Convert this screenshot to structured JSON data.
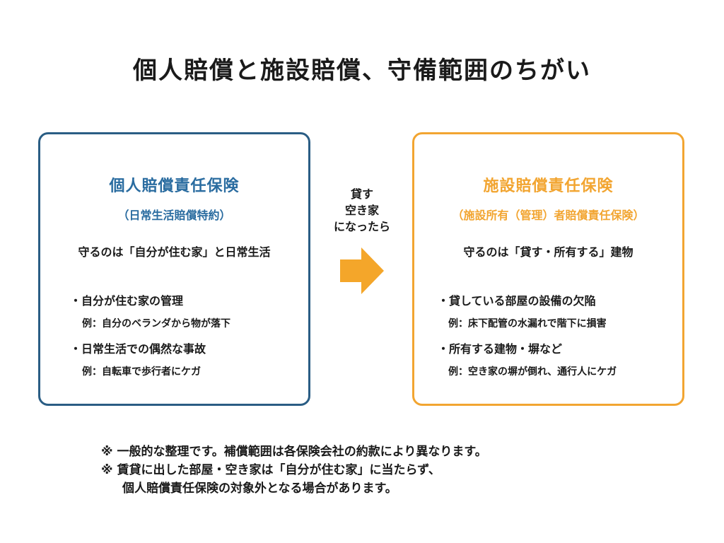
{
  "title": "個人賠償と施設賠償、守備範囲のちがい",
  "left_card": {
    "heading": "個人賠償責任保険",
    "subheading": "（日常生活賠償特約）",
    "protects": "守るのは「自分が住む家」と日常生活",
    "items": [
      {
        "bullet": "・自分が住む家の管理",
        "example": "例：自分のベランダから物が落下"
      },
      {
        "bullet": "・日常生活での偶然な事故",
        "example": "例：自転車で歩行者にケガ"
      }
    ],
    "color": "#2a6ca0"
  },
  "connector": {
    "lines": [
      "貸す",
      "空き家",
      "になったら"
    ],
    "arrow": "right-arrow-icon",
    "arrow_color": "#f4a62a"
  },
  "right_card": {
    "heading": "施設賠償責任保険",
    "subheading": "（施設所有（管理）者賠償責任保険）",
    "protects": "守るのは「貸す・所有する」建物",
    "items": [
      {
        "bullet": "・貸している部屋の設備の欠陥",
        "example": "例：床下配管の水漏れで階下に損害"
      },
      {
        "bullet": "・所有する建物・塀など",
        "example": "例：空き家の塀が倒れ、通行人にケガ"
      }
    ],
    "color": "#f2a531"
  },
  "notes": [
    "※ 一般的な整理です。補償範囲は各保険会社の約款により異なります。",
    "※ 賃貸に出した部屋・空き家は「自分が住む家」に当たらず、",
    "個人賠償責任保険の対象外となる場合があります。"
  ]
}
